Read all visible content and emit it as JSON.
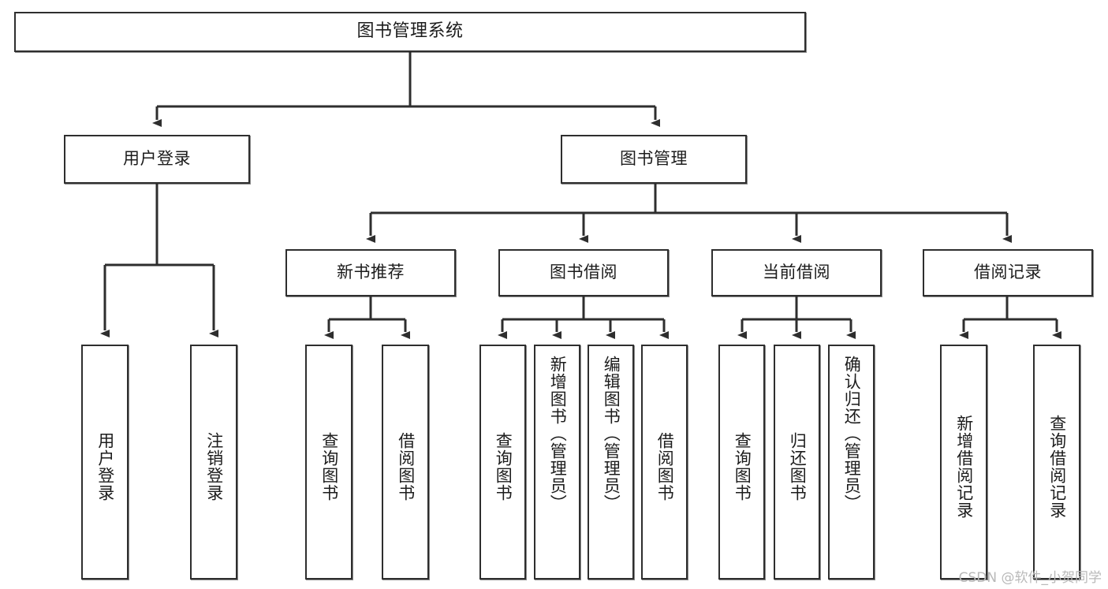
{
  "diagram": {
    "type": "tree",
    "title": "图书管理系统",
    "watermark": "CSDN @软件_小贺同学",
    "colors": {
      "stroke": "#2e2e2e",
      "fill": "#ffffff",
      "text": "#1c1c1c",
      "watermark": "#b9b9b9"
    },
    "nodes": {
      "root": "图书管理系统",
      "level2": {
        "user_login": "用户登录",
        "book_manage": "图书管理"
      },
      "level3": {
        "new_book_rec": "新书推荐",
        "book_borrow": "图书借阅",
        "current_borrow": "当前借阅",
        "borrow_record": "借阅记录"
      },
      "leaves": {
        "user_login_leaf": "用户登录",
        "logout_leaf": "注销登录",
        "rec_query_book": "查询图书",
        "rec_borrow_book": "借阅图书",
        "borrow_query_book": "查询图书",
        "borrow_add_book": "新增图书（管理员）",
        "borrow_edit_book": "编辑图书（管理员）",
        "borrow_borrow_book": "借阅图书",
        "cur_query_book": "查询图书",
        "cur_return_book": "归还图书",
        "cur_confirm_return": "确认归还（管理员）",
        "rec_add_record": "新增借阅记录",
        "rec_query_record": "查询借阅记录"
      }
    }
  }
}
